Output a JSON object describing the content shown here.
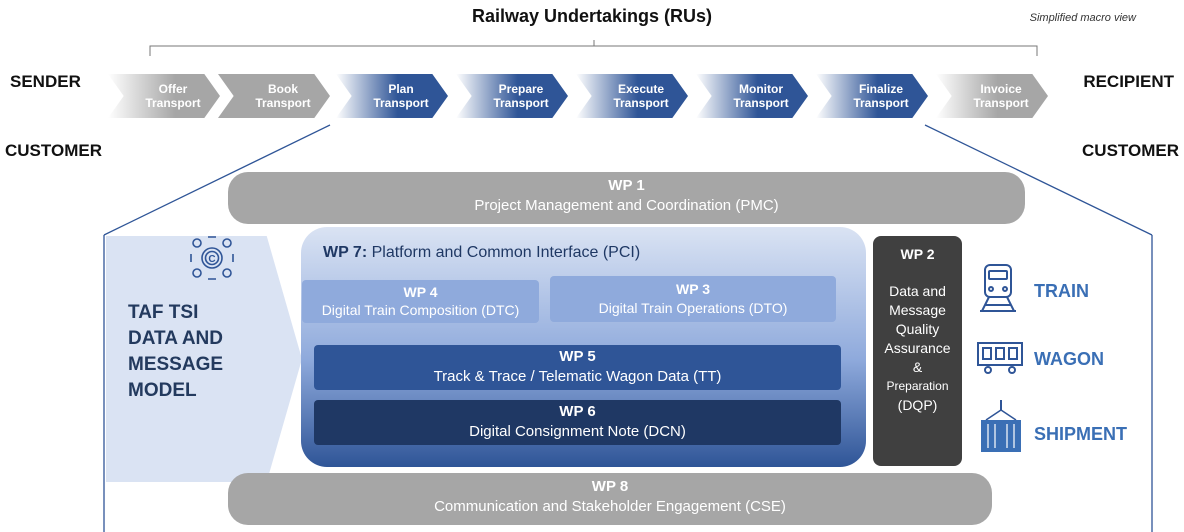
{
  "header": {
    "title": "Railway Undertakings (RUs)",
    "subtitle": "Simplified macro view"
  },
  "sides": {
    "sender": "SENDER",
    "recipient": "RECIPIENT",
    "customer_left": "CUSTOMER",
    "customer_right": "CUSTOMER"
  },
  "process": [
    {
      "line1": "Offer",
      "line2": "Transport",
      "style": "grey"
    },
    {
      "line1": "Book",
      "line2": "Transport",
      "style": "grey"
    },
    {
      "line1": "Plan",
      "line2": "Transport",
      "style": "blue"
    },
    {
      "line1": "Prepare",
      "line2": "Transport",
      "style": "blue"
    },
    {
      "line1": "Execute",
      "line2": "Transport",
      "style": "blue"
    },
    {
      "line1": "Monitor",
      "line2": "Transport",
      "style": "blue"
    },
    {
      "line1": "Finalize",
      "line2": "Transport",
      "style": "blue"
    },
    {
      "line1": "Invoice",
      "line2": "Transport",
      "style": "grey"
    }
  ],
  "wp1": {
    "id": "WP 1",
    "name": "Project Management and Coordination (PMC)"
  },
  "wp8": {
    "id": "WP 8",
    "name": "Communication and Stakeholder Engagement (CSE)"
  },
  "wp7": {
    "id": "WP 7:",
    "name": "Platform and Common Interface (PCI)"
  },
  "wp4": {
    "id": "WP 4",
    "name": "Digital Train Composition (DTC)"
  },
  "wp3": {
    "id": "WP 3",
    "name": "Digital Train Operations (DTO)"
  },
  "wp5": {
    "id": "WP 5",
    "name": "Track & Trace / Telematic Wagon Data (TT)"
  },
  "wp6": {
    "id": "WP 6",
    "name": "Digital Consignment Note (DCN)"
  },
  "wp2": {
    "id": "WP 2",
    "lines": [
      "Data and",
      "Message",
      "Quality",
      "Assurance",
      "&",
      "Preparation",
      "(DQP)"
    ]
  },
  "taf": {
    "lines": [
      "TAF TSI",
      "DATA AND",
      "MESSAGE",
      "MODEL"
    ]
  },
  "right_items": [
    {
      "label": "TRAIN",
      "icon": "train-icon"
    },
    {
      "label": "WAGON",
      "icon": "wagon-icon"
    },
    {
      "label": "SHIPMENT",
      "icon": "shipment-container-icon"
    }
  ],
  "colors": {
    "grey": "#a6a6a6",
    "blue": "#2f5597",
    "navy": "#1f3864",
    "accent": "#3a6fb5",
    "dark": "#404040"
  }
}
